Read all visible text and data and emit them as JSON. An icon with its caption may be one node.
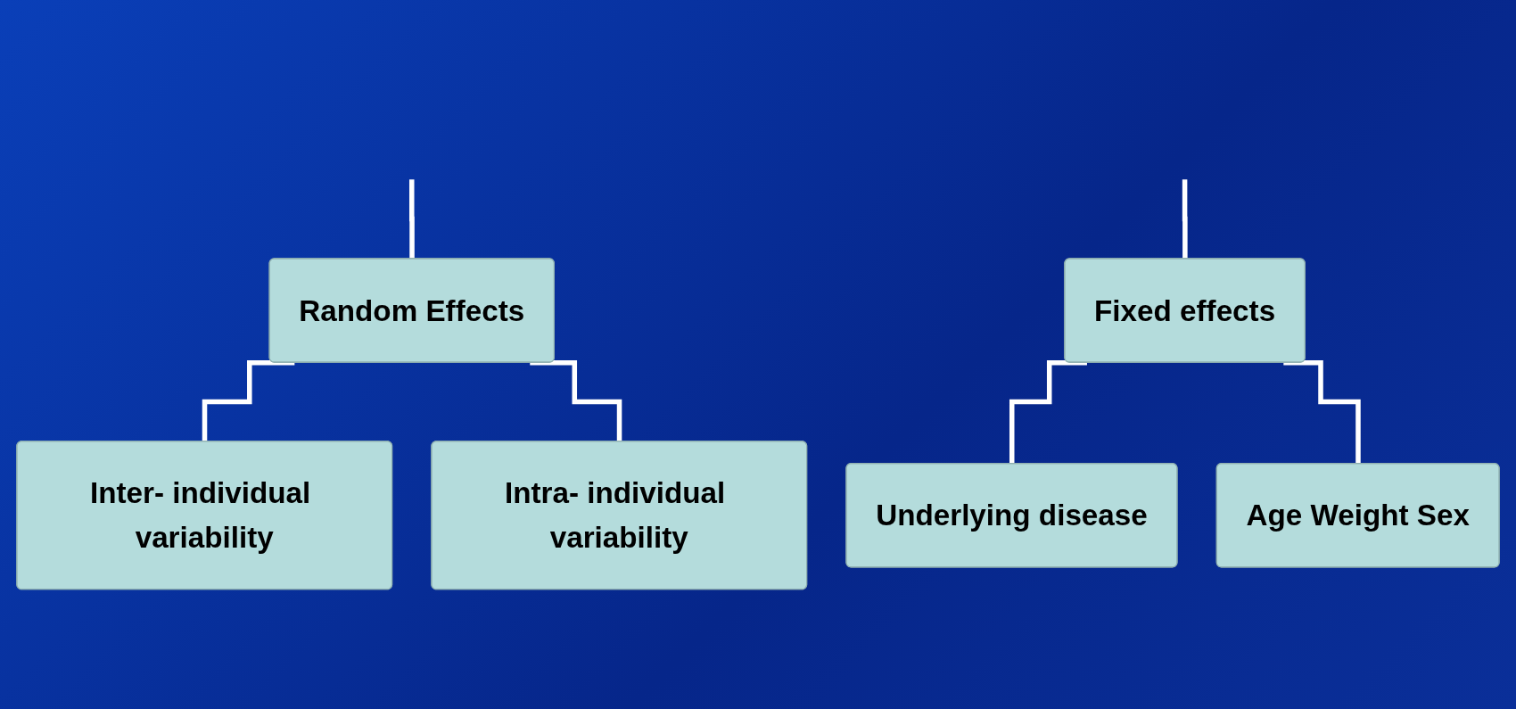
{
  "diagram": {
    "nodes": [
      {
        "text": [
          "Random Effects"
        ]
      },
      {
        "text": [
          "Fixed effects"
        ]
      },
      {
        "text": [
          "Inter- individual variability"
        ]
      },
      {
        "text": [
          "Intra- individual variability"
        ]
      },
      {
        "text": [
          "Underlying disease"
        ]
      },
      {
        "text": [
          "Age Weight Sex"
        ]
      }
    ],
    "edges": [
      {
        "from": null,
        "to": 0,
        "arrow": "none"
      },
      {
        "from": null,
        "to": 1,
        "arrow": "none"
      },
      {
        "from": 0,
        "to": 2,
        "arrow": "none"
      },
      {
        "from": 0,
        "to": 3,
        "arrow": "none"
      },
      {
        "from": 1,
        "to": 4,
        "arrow": "none"
      },
      {
        "from": 1,
        "to": 5,
        "arrow": "none"
      }
    ]
  }
}
